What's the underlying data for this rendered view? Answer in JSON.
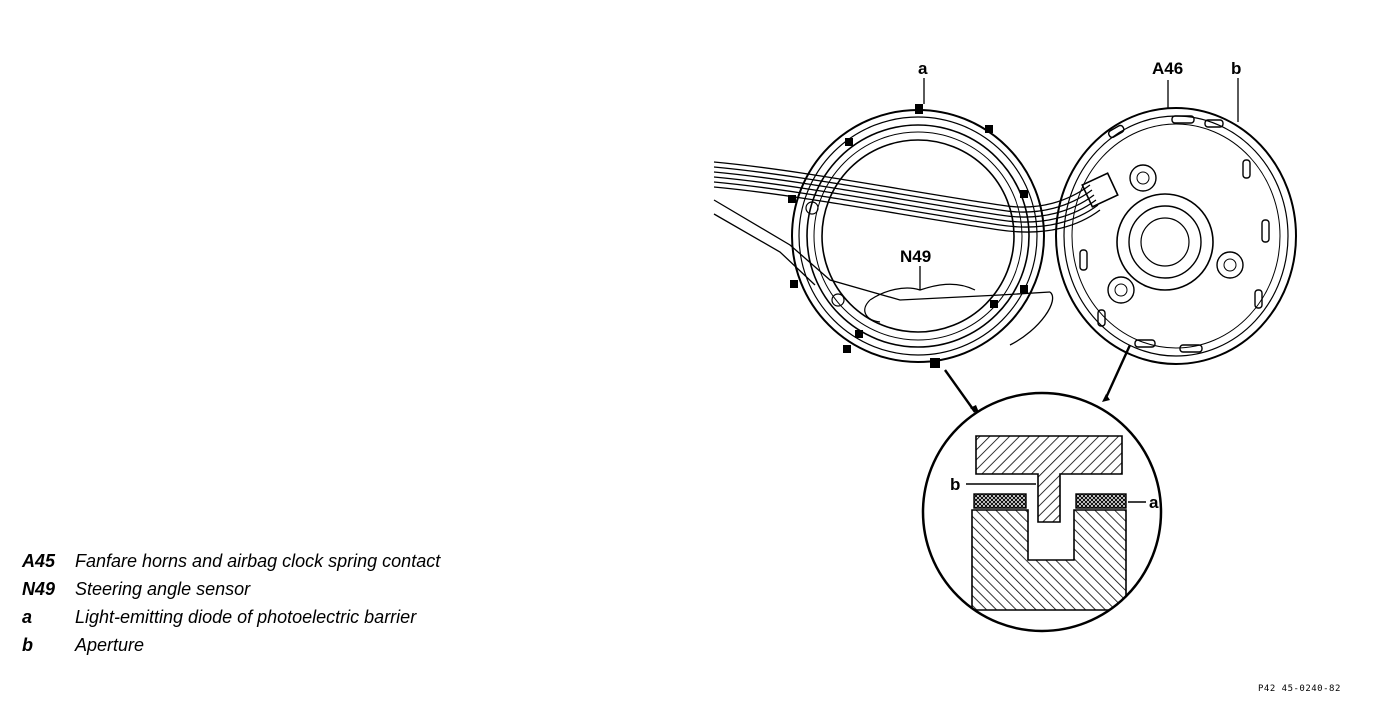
{
  "callouts": {
    "a_top": "a",
    "a46": "A46",
    "b_top": "b",
    "n49": "N49",
    "b_detail": "b",
    "a_detail": "a"
  },
  "legend": [
    {
      "code": "A45",
      "text": "Fanfare horns and airbag clock spring contact"
    },
    {
      "code": "N49",
      "text": "Steering angle sensor"
    },
    {
      "code": "a",
      "text": "Light-emitting diode of photoelectric barrier"
    },
    {
      "code": "b",
      "text": "Aperture"
    }
  ],
  "figure_code": "P42 45-0240-82",
  "colors": {
    "ink": "#000000",
    "paper": "#ffffff"
  }
}
